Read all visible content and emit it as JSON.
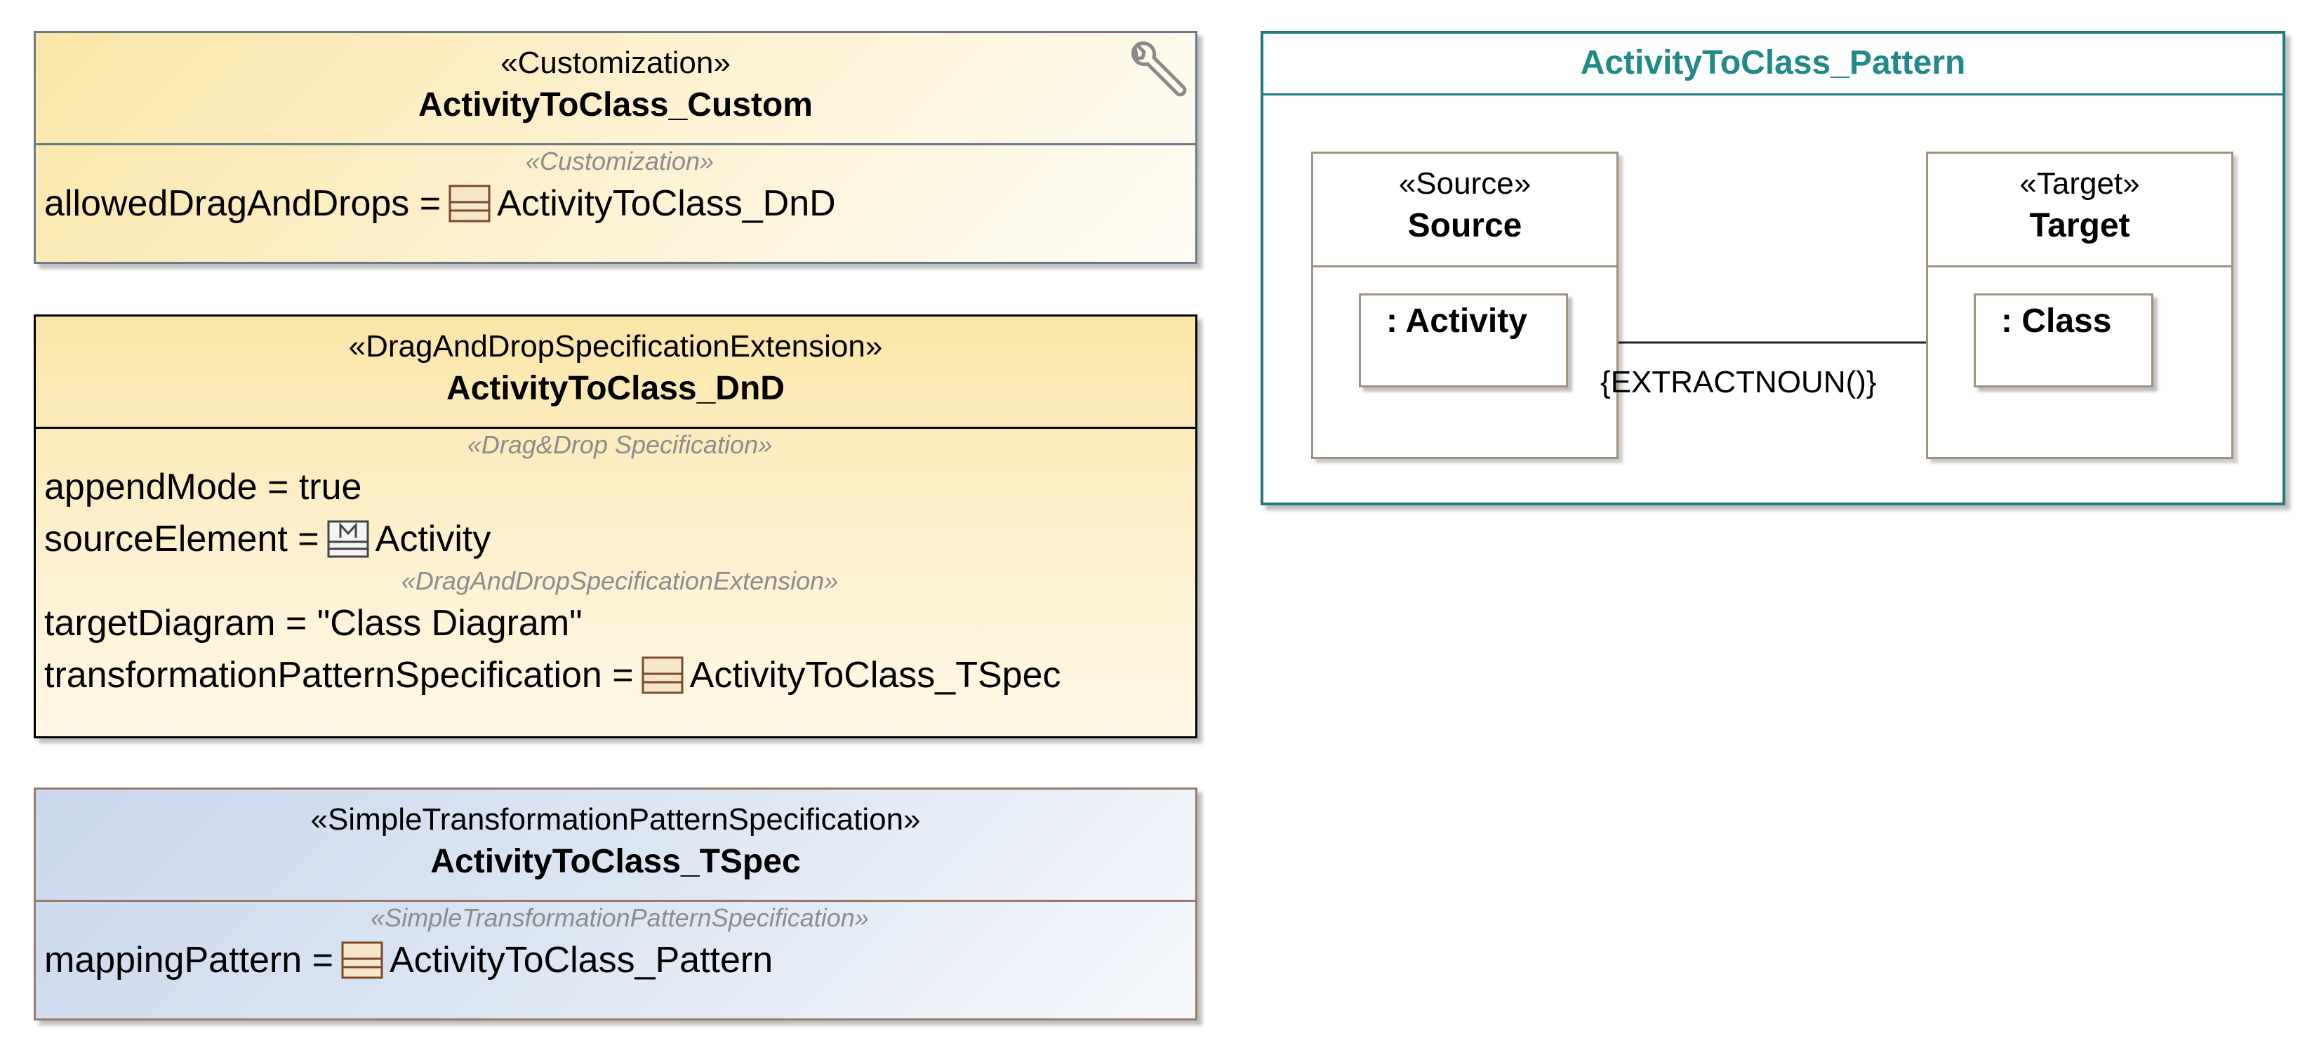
{
  "customization": {
    "stereotype": "«Customization»",
    "name": "ActivityToClass_Custom",
    "section": "«Customization»",
    "prop_name": "allowedDragAndDrops = ",
    "prop_value": "ActivityToClass_DnD",
    "icon": "wrench-icon"
  },
  "dnd": {
    "stereotype": "«DragAndDropSpecificationExtension»",
    "name": "ActivityToClass_DnD",
    "section1": "«Drag&Drop Specification»",
    "append_mode": "appendMode = true",
    "source_element_name": "sourceElement = ",
    "source_element_value": "Activity",
    "section2": "«DragAndDropSpecificationExtension»",
    "target_diagram": "targetDiagram = \"Class Diagram\"",
    "tps_name": "transformationPatternSpecification = ",
    "tps_value": "ActivityToClass_TSpec"
  },
  "tspec": {
    "stereotype": "«SimpleTransformationPatternSpecification»",
    "name": "ActivityToClass_TSpec",
    "section": "«SimpleTransformationPatternSpecification»",
    "prop_name": "mappingPattern = ",
    "prop_value": "ActivityToClass_Pattern"
  },
  "pattern": {
    "title": "ActivityToClass_Pattern",
    "source": {
      "stereotype": "«Source»",
      "name": "Source",
      "role": ": Activity"
    },
    "target": {
      "stereotype": "«Target»",
      "name": "Target",
      "role": ": Class"
    },
    "constraint": "{EXTRACTNOUN()}"
  },
  "colors": {
    "frame": "#1f7a78",
    "title": "#1f8a88",
    "yellow_fill": "#fbe6a8",
    "blue_fill": "#cad8ee"
  }
}
